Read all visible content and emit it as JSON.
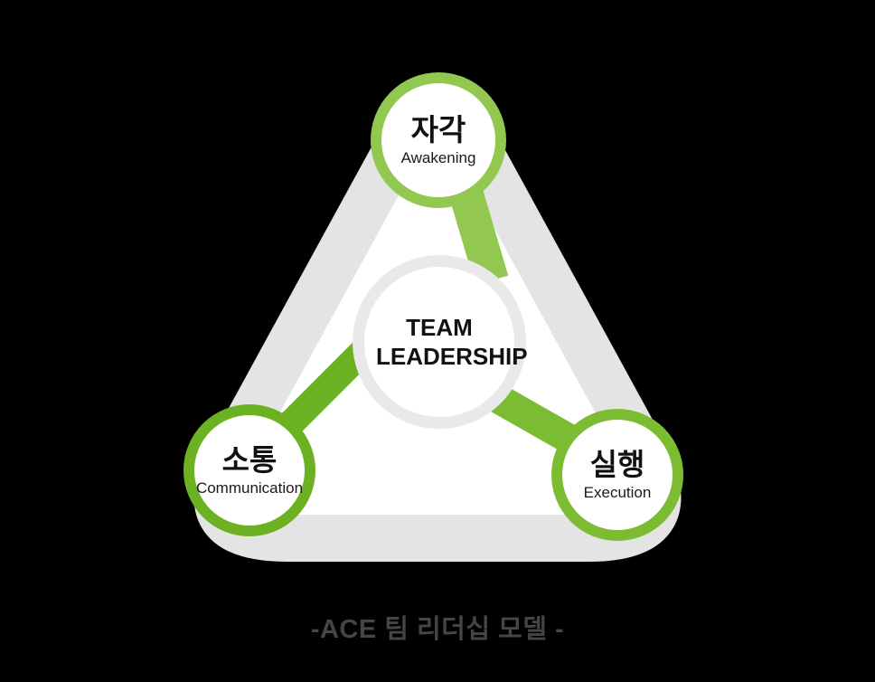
{
  "diagram": {
    "center": {
      "title": "TEAM LEADERSHIP",
      "ring_color": "#E9E9E9"
    },
    "nodes": [
      {
        "id": "awakening",
        "label": "자각",
        "sublabel": "Awakening",
        "color": "#92C850"
      },
      {
        "id": "communication",
        "label": "소통",
        "sublabel": "Communication",
        "color": "#6CB122"
      },
      {
        "id": "execution",
        "label": "실행",
        "sublabel": "Execution",
        "color": "#7CBC33"
      }
    ],
    "caption": "-ACE 팀 리더십 모델 -",
    "colors": {
      "background": "#000000",
      "triangle_band": "#E4E4E4",
      "triangle_fill": "#FFFFFF",
      "text_dark": "#111111",
      "caption_gray": "#454545"
    }
  }
}
